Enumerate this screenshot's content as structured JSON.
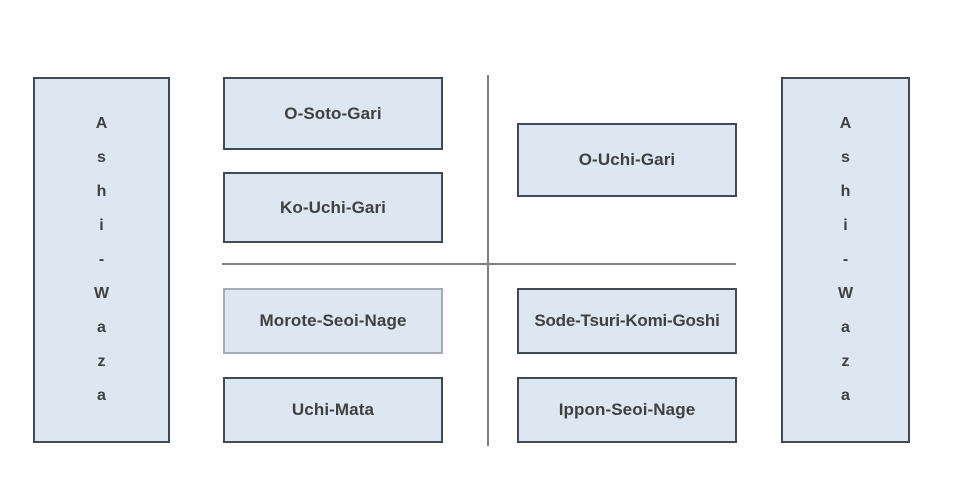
{
  "diagram": {
    "title": "Ashi-Waza",
    "colors": {
      "box_fill": "#dce7f1",
      "box_border": "#3f4a54",
      "box_border_light": "#a4adb5",
      "divider": "#808080",
      "text": "#404040",
      "background": "#ffffff"
    },
    "left_pillar": {
      "text": "Ashi-Waza",
      "characters": [
        "A",
        "s",
        "h",
        "i",
        "-",
        "W",
        "a",
        "z",
        "a"
      ]
    },
    "right_pillar": {
      "text": "Ashi-Waza",
      "characters": [
        "A",
        "s",
        "h",
        "i",
        "-",
        "W",
        "a",
        "z",
        "a"
      ]
    },
    "quadrants": {
      "top_left": [
        {
          "label": "O-Soto-Gari"
        },
        {
          "label": "Ko-Uchi-Gari"
        }
      ],
      "top_right": [
        {
          "label": "O-Uchi-Gari"
        }
      ],
      "bottom_left": [
        {
          "label": "Morote-Seoi-Nage"
        },
        {
          "label": "Uchi-Mata"
        }
      ],
      "bottom_right": [
        {
          "label": "Sode-Tsuri-Komi-Goshi"
        },
        {
          "label": "Ippon-Seoi-Nage"
        }
      ]
    }
  }
}
